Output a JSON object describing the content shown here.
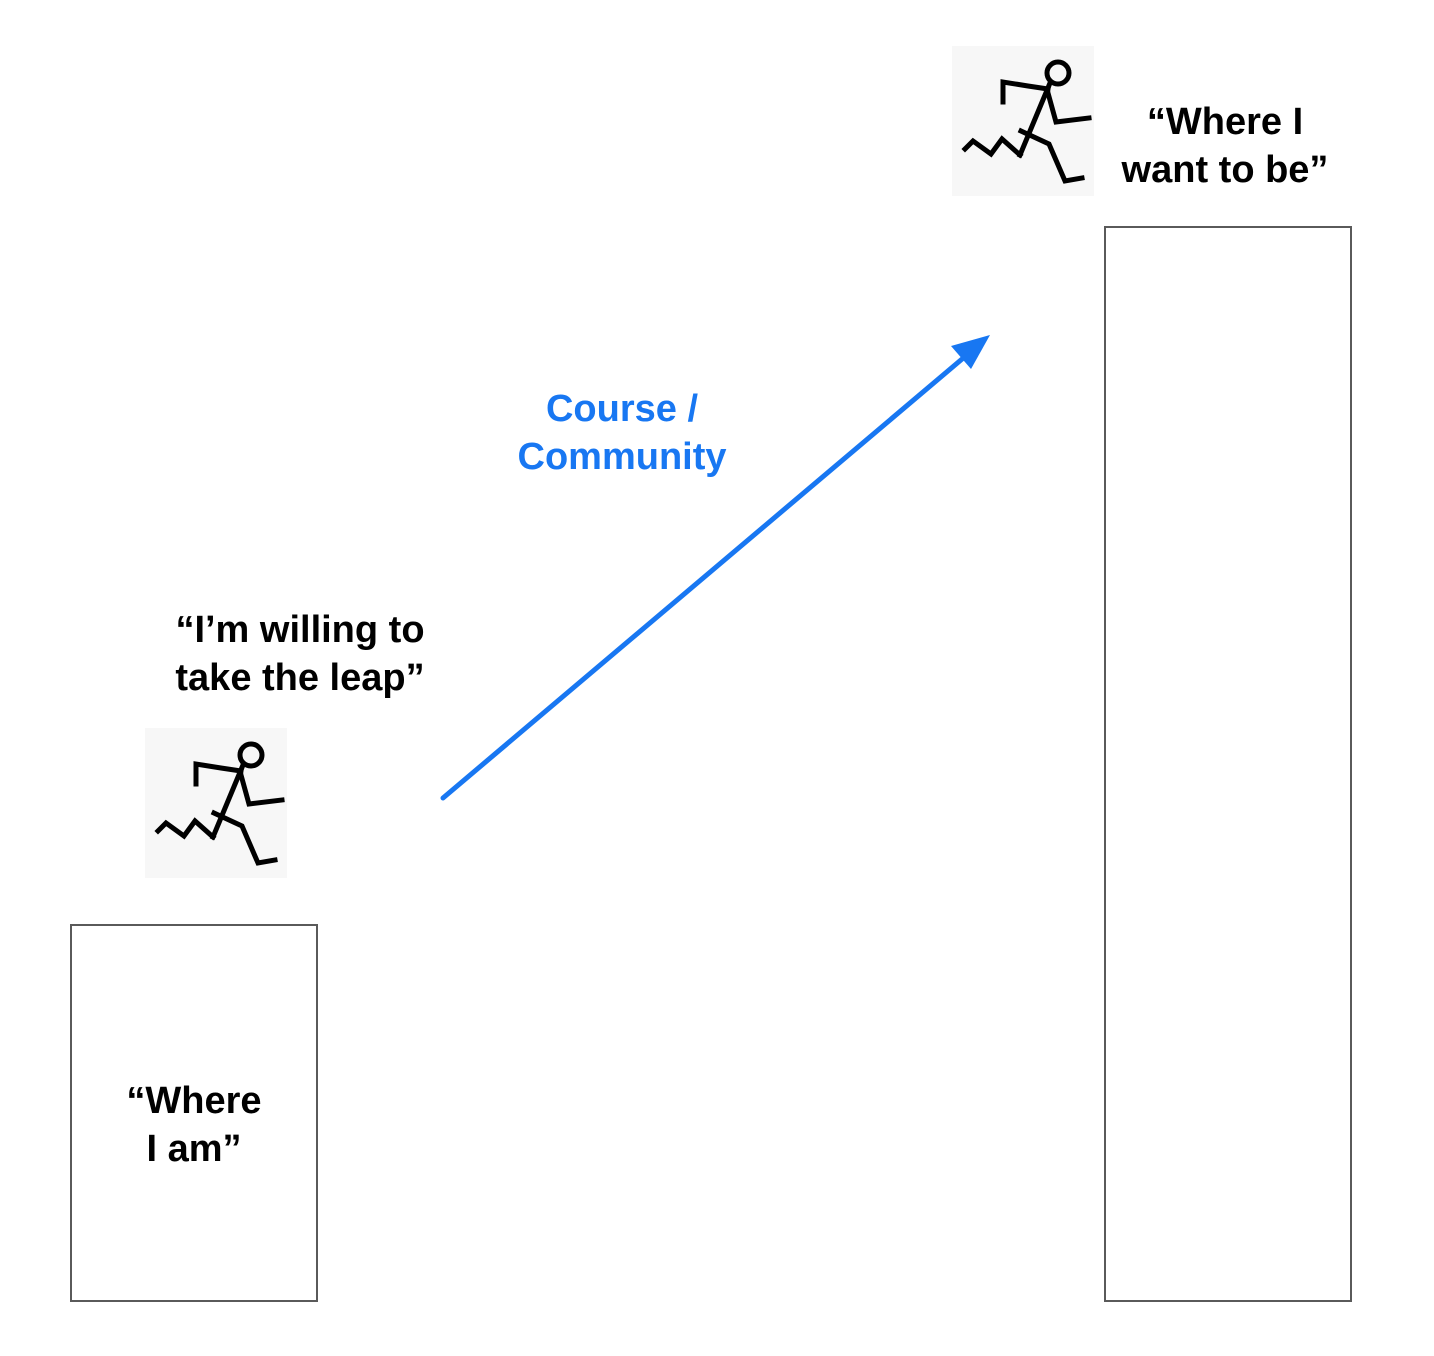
{
  "labels": {
    "where_i_am": [
      "“Where",
      "I am”"
    ],
    "willing": [
      "“I’m willing to",
      "take the leap”"
    ],
    "want_to_be": [
      "“Where I",
      "want to be”"
    ],
    "course": [
      "Course /",
      "Community"
    ]
  },
  "colors": {
    "arrow": "#1877f2",
    "box_border": "#5a5a5a",
    "text": "#000000"
  },
  "icons": {
    "left_runner": "running-stick-figure-icon",
    "right_runner": "running-stick-figure-icon"
  }
}
